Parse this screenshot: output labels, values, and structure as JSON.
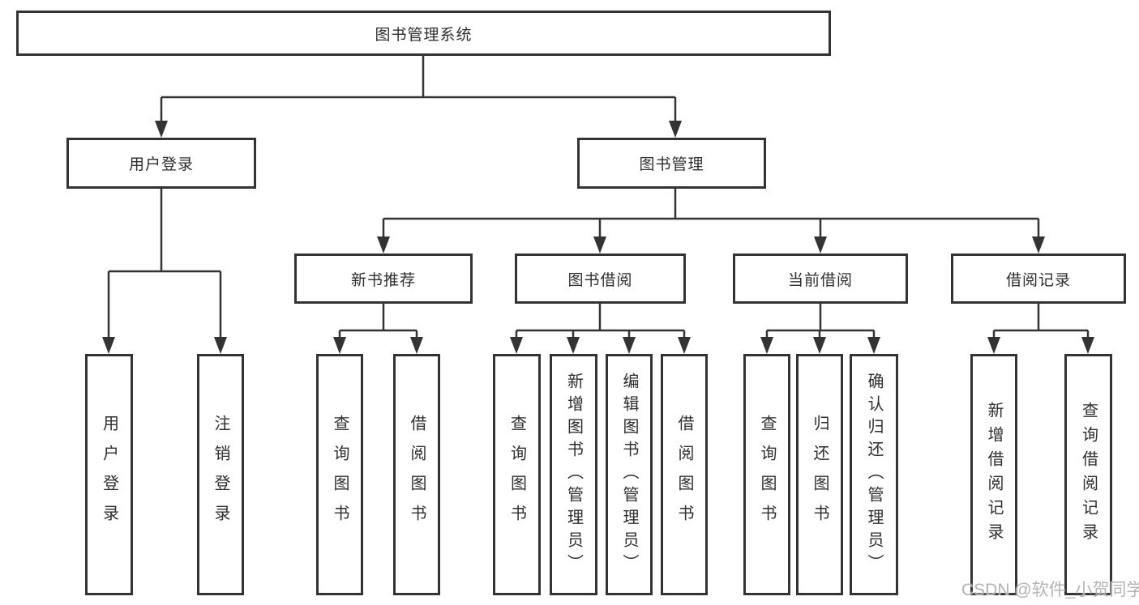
{
  "watermark": "CSDN @软件_小贺同学",
  "tree": {
    "root": {
      "label": "图书管理系统"
    },
    "level2": [
      {
        "label": "用户登录",
        "children_labels": [
          "用户登录",
          "注销登录"
        ]
      },
      {
        "label": "图书管理"
      }
    ],
    "level3": [
      {
        "label": "新书推荐",
        "children_labels": [
          "查询图书",
          "借阅图书"
        ]
      },
      {
        "label": "图书借阅",
        "children_labels": [
          "查询图书",
          "新增图书（管理员）",
          "编辑图书（管理员）",
          "借阅图书"
        ]
      },
      {
        "label": "当前借阅",
        "children_labels": [
          "查询图书",
          "归还图书",
          "确认归还（管理员）"
        ]
      },
      {
        "label": "借阅记录",
        "children_labels": [
          "新增借阅记录",
          "查询借阅记录"
        ]
      }
    ]
  }
}
